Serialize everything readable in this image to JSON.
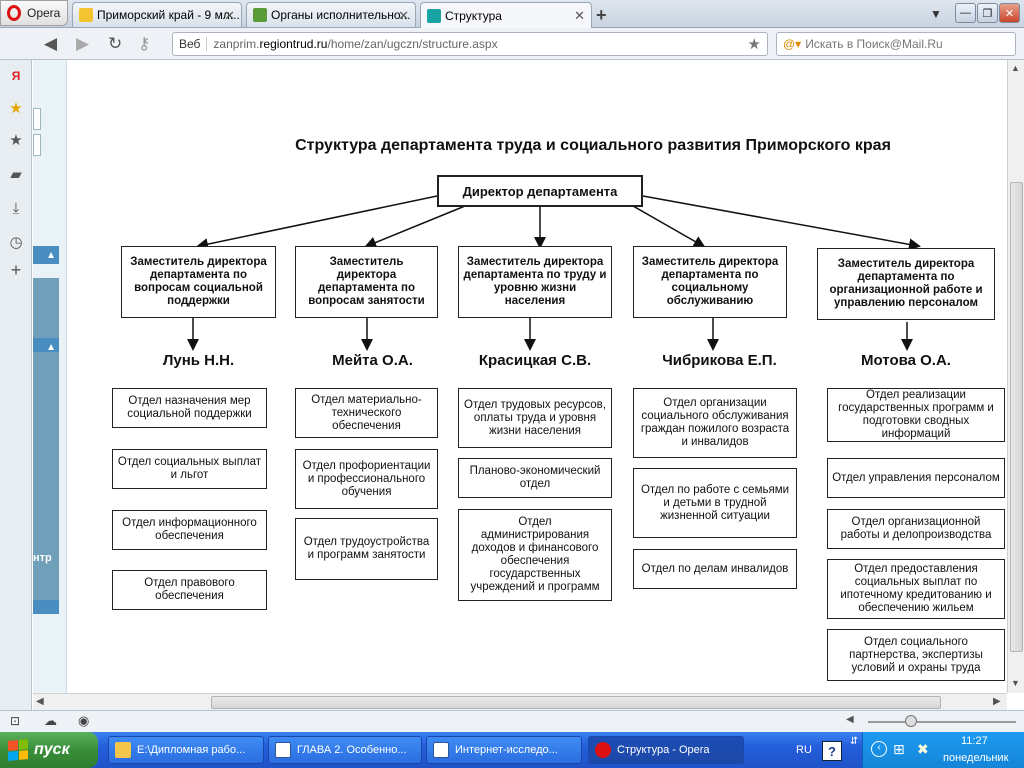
{
  "browser": {
    "menu_label": "Opera",
    "tabs": [
      {
        "label": "Приморский край - 9 мл..."
      },
      {
        "label": "Органы исполнительно..."
      },
      {
        "label": "Структура"
      }
    ],
    "address": {
      "prefix": "Веб",
      "url_host_pre": "zanprim.",
      "url_host": "regiontrud.ru",
      "url_path": "/home/zan/ugczn/structure.aspx"
    },
    "search_placeholder": "Искать в Поиск@Mail.Ru"
  },
  "page": {
    "left_strip_text": "нтр",
    "title": "Структура департамента труда и социального развития Приморского края",
    "director": "Директор департамента",
    "columns": [
      {
        "deputy": "Заместитель директора департамента по вопросам социальной поддержки",
        "name": "Лунь Н.Н.",
        "departments": [
          "Отдел назначения мер социальной поддержки",
          "Отдел социальных выплат и льгот",
          "Отдел информационного обеспечения",
          "Отдел правового обеспечения"
        ]
      },
      {
        "deputy": "Заместитель директора департамента по вопросам занятости",
        "name": "Мейта О.А.",
        "departments": [
          "Отдел материально-технического обеспечения",
          "Отдел профориентации и профессионального обучения",
          "Отдел трудоустройства и программ занятости"
        ]
      },
      {
        "deputy": "Заместитель директора департамента по труду и уровню жизни населения",
        "name": "Красицкая С.В.",
        "departments": [
          "Отдел трудовых ресурсов, оплаты труда и уровня жизни населения",
          "Планово-экономический отдел",
          "Отдел администрирования доходов и финансового обеспечения государственных учреждений и программ"
        ]
      },
      {
        "deputy": "Заместитель директора департамента по социальному обслуживанию",
        "name": "Чибрикова Е.П.",
        "departments": [
          "Отдел организации социального обслуживания граждан пожилого возраста и инвалидов",
          "Отдел по работе с семьями и детьми в трудной жизненной ситуации",
          "Отдел по делам инвалидов"
        ]
      },
      {
        "deputy": "Заместитель директора департамента по организационной работе и управлению персоналом",
        "name": "Мотова О.А.",
        "departments": [
          "Отдел реализации государственных программ и подготовки сводных информаций",
          "Отдел управления персоналом",
          "Отдел организационной работы и делопроизводства",
          "Отдел предоставления социальных выплат по ипотечному кредитованию и обеспечению жильем",
          "Отдел социального партнерства, экспертизы условий и охраны труда"
        ]
      }
    ]
  },
  "taskbar": {
    "start_label": "пуск",
    "items": [
      {
        "label": "E:\\Дипломная рабо..."
      },
      {
        "label": "ГЛАВА 2. Особенно..."
      },
      {
        "label": "Интернет-исследо..."
      },
      {
        "label": "Структура - Opera"
      }
    ],
    "lang": "RU",
    "help": "?",
    "time": "11:27",
    "day": "понедельник"
  },
  "colors": {
    "taskbar": "#245edb",
    "start": "#3a8f3a",
    "accent": "#4a8ec1"
  }
}
